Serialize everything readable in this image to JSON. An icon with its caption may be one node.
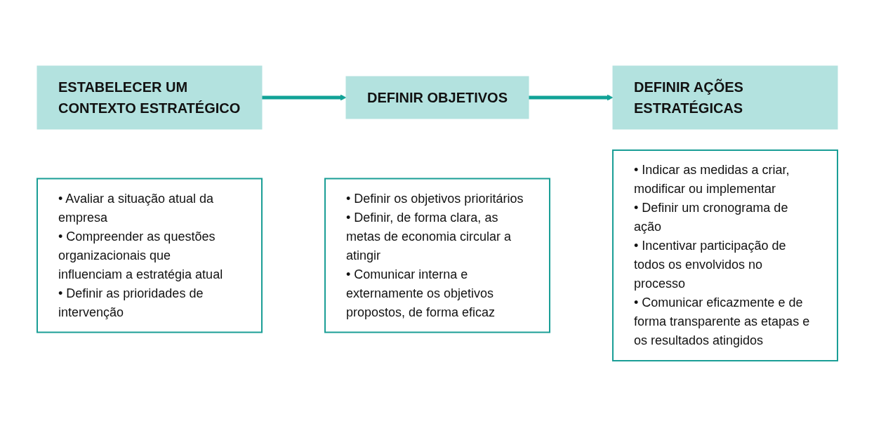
{
  "diagram": {
    "nodes": [
      {
        "text": [
          "ESTABELECER UM CONTEXTO ESTRATÉGICO"
        ]
      },
      {
        "text": [
          "• Avaliar a situação atual da empresa",
          "• Compreender as questões organizacionais que influenciam a estratégia atual",
          "• Definir as prioridades de intervenção"
        ]
      },
      {
        "text": [
          "DEFINIR OBJETIVOS"
        ]
      },
      {
        "text": [
          "• Definir os objetivos prioritários",
          "• Definir, de forma clara, as metas de economia circular a atingir",
          "• Comunicar interna e externamente os objetivos propostos, de forma eficaz"
        ]
      },
      {
        "text": [
          "DEFINIR AÇÕES ESTRATÉGICAS"
        ]
      },
      {
        "text": [
          "• Indicar as medidas a criar, modificar ou implementar",
          "• Definir um cronograma de ação",
          "• Incentivar participação de todos os envolvidos no processo",
          "• Comunicar eficazmente e de forma transparente as etapas e os resultados atingidos"
        ]
      }
    ],
    "edges": [
      {
        "from": 0,
        "to": 2,
        "arrow": "to"
      },
      {
        "from": 2,
        "to": 4,
        "arrow": "to"
      }
    ]
  }
}
